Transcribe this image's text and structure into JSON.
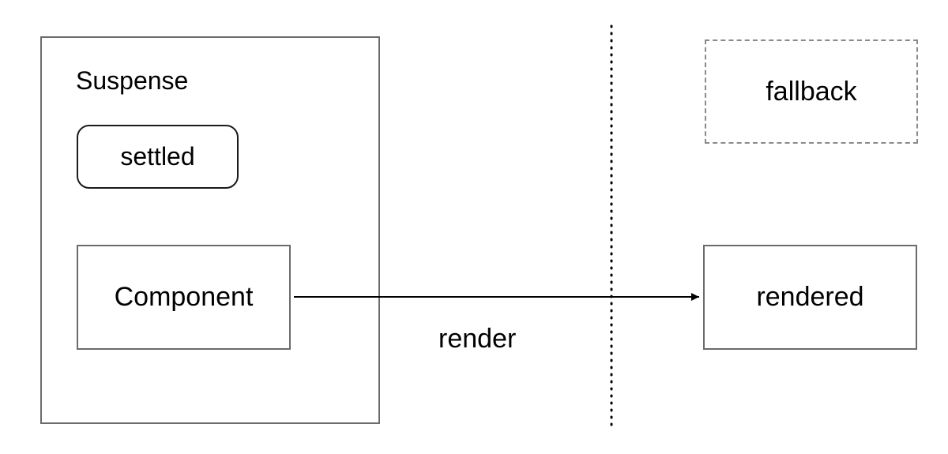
{
  "diagram": {
    "suspense": {
      "label": "Suspense"
    },
    "settled": {
      "label": "settled"
    },
    "component": {
      "label": "Component"
    },
    "fallback": {
      "label": "fallback"
    },
    "rendered": {
      "label": "rendered"
    },
    "edge": {
      "from": "Component",
      "to": "rendered",
      "label": "render"
    },
    "colors": {
      "border": "#6b6b6b",
      "dashed_border": "#8a8a8a",
      "text": "#000000",
      "background": "#ffffff"
    }
  }
}
